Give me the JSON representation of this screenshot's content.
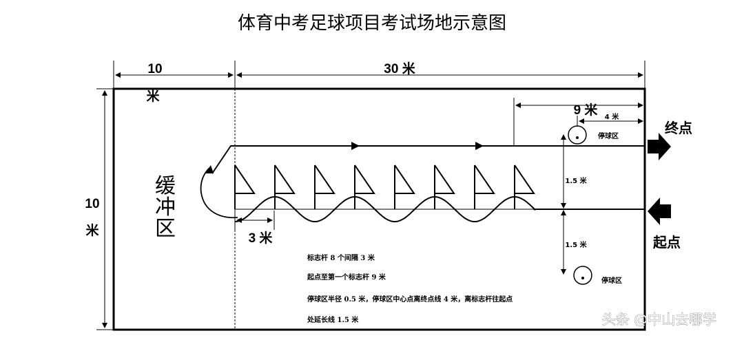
{
  "title": "体育中考足球项目考试场地示意图",
  "dims": {
    "buffer_width_num": "10",
    "buffer_width_unit": "米",
    "course_length": "30 米",
    "field_height_num": "10",
    "field_height_unit": "米",
    "nine_m": "9 米",
    "four_m": "4 米",
    "one_five_upper": "1.5 米",
    "one_five_lower": "1.5 米",
    "three_m": "3 米"
  },
  "labels": {
    "buffer_zone": [
      "缓",
      "冲",
      "区"
    ],
    "finish": "终点",
    "start": "起点",
    "stop_zone_upper": "停球区",
    "stop_zone_lower": "停球区"
  },
  "notes": [
    "标志杆 8 个间隔 3 米",
    "起点至第一个标志杆 9 米",
    "停球区半径 0.5 米，停球区中心点离终点线 4 米，离标志杆往起点",
    "处延长线 1.5 米"
  ],
  "watermark": "头条 @中山去哪学",
  "poles": {
    "count": 8,
    "spacing_m": 3
  }
}
